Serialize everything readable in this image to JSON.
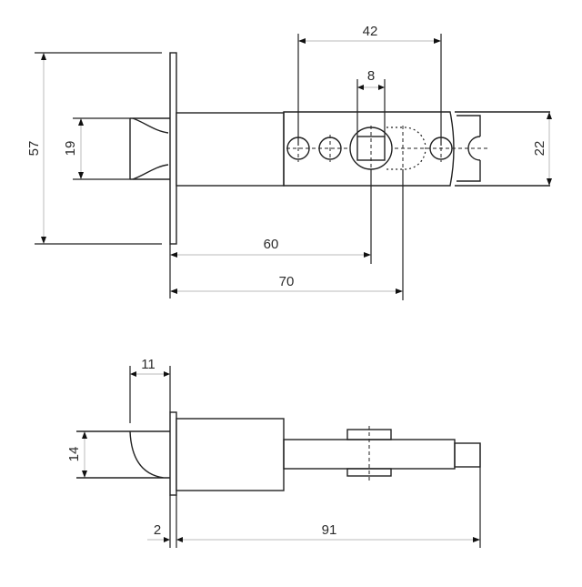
{
  "drawing": {
    "subject": "tubular latch",
    "top_view": {
      "dimensions": {
        "faceplate_height": "57",
        "latch_bolt_height": "19",
        "hole_spacing": "42",
        "spindle_square": "8",
        "tail_height": "22",
        "backset_60": "60",
        "backset_70": "70"
      }
    },
    "side_view": {
      "dimensions": {
        "bolt_projection": "11",
        "bolt_height": "14",
        "faceplate_thickness": "2",
        "overall_length": "91"
      }
    }
  }
}
